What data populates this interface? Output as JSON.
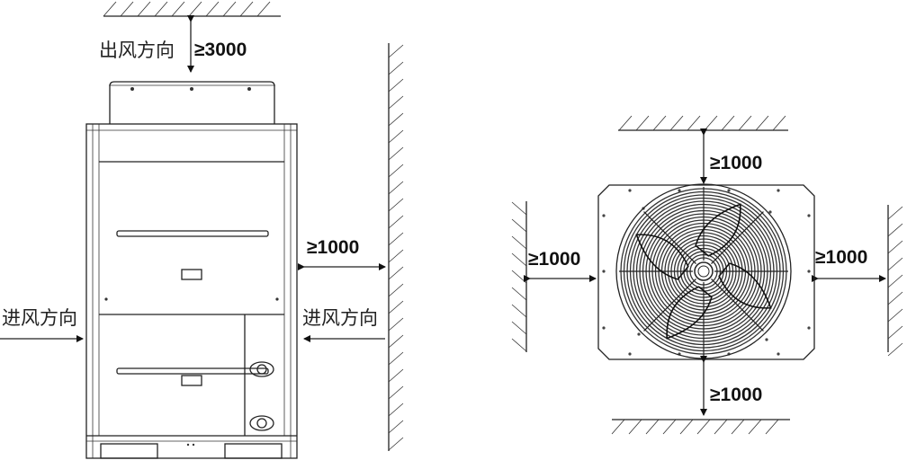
{
  "side_view": {
    "outlet_label": "出风方向",
    "top_clearance": "≥3000",
    "right_clearance": "≥1000",
    "inlet_label_left": "进风方向",
    "inlet_label_right": "进风方向"
  },
  "top_view": {
    "top_clearance": "≥1000",
    "left_clearance": "≥1000",
    "right_clearance": "≥1000",
    "bottom_clearance": "≥1000"
  }
}
